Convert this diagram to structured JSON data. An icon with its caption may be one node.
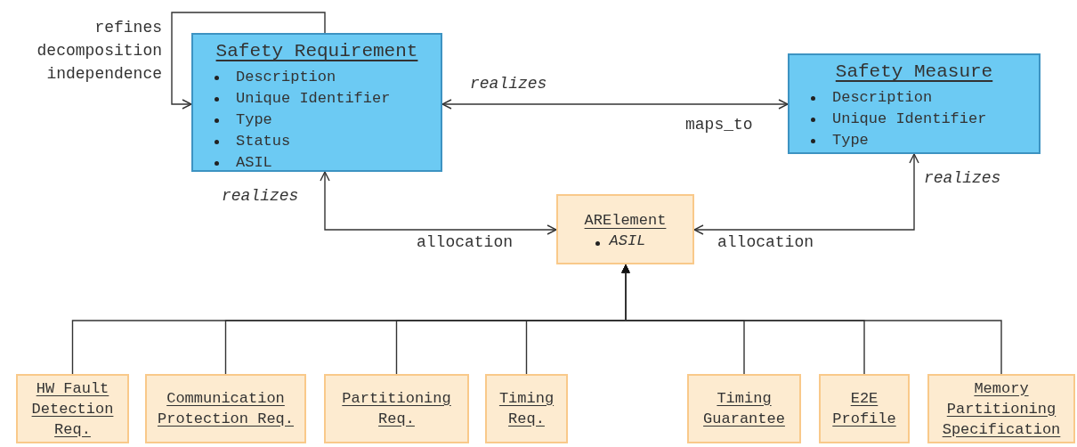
{
  "diagram": {
    "nodes": [
      {
        "text": [
          "Safety Requirement",
          "Description",
          "Unique Identifier",
          "Type",
          "Status",
          "ASIL"
        ]
      },
      {
        "text": [
          "Safety Measure",
          "Description",
          "Unique Identifier",
          "Type"
        ]
      },
      {
        "text": [
          "ARElement",
          "ASIL"
        ]
      },
      {
        "text": [
          "HW Fault Detection Req."
        ]
      },
      {
        "text": [
          "Communication Protection Req."
        ]
      },
      {
        "text": [
          "Partitioning Req."
        ]
      },
      {
        "text": [
          "Timing Req."
        ]
      },
      {
        "text": [
          "Timing Guarantee"
        ]
      },
      {
        "text": [
          "E2E Profile"
        ]
      },
      {
        "text": [
          "Memory Partitioning Specification"
        ]
      }
    ],
    "edges": [
      {
        "from": 0,
        "to": 0,
        "arrow": "to",
        "label": "refines decomposition independence"
      },
      {
        "from": 0,
        "to": 1,
        "arrow": "both",
        "label": "realizes"
      },
      {
        "from": 0,
        "to": 2,
        "arrow": "both",
        "label": "allocation"
      },
      {
        "from": 1,
        "to": 2,
        "arrow": "both",
        "label": "allocation"
      },
      {
        "from": 3,
        "to": 2,
        "arrow": "to"
      },
      {
        "from": 4,
        "to": 2,
        "arrow": "to"
      },
      {
        "from": 5,
        "to": 2,
        "arrow": "to"
      },
      {
        "from": 6,
        "to": 2,
        "arrow": "to"
      },
      {
        "from": 7,
        "to": 2,
        "arrow": "to"
      },
      {
        "from": 8,
        "to": 2,
        "arrow": "to"
      },
      {
        "from": 9,
        "to": 2,
        "arrow": "to"
      }
    ],
    "labels": [
      "maps_to",
      "realizes",
      "realizes"
    ]
  }
}
